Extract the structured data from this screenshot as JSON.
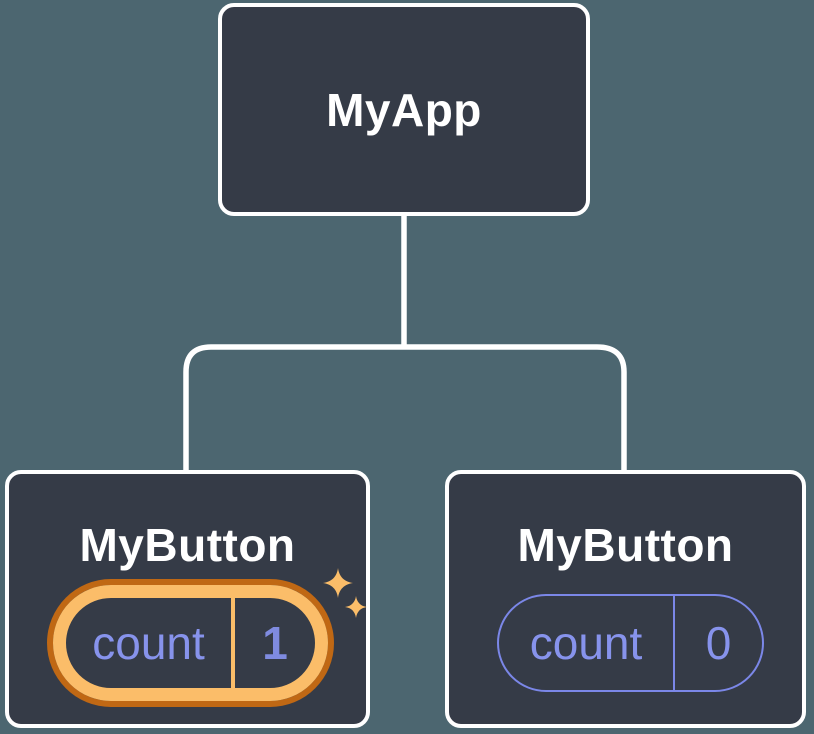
{
  "colors": {
    "background": "#4C6670",
    "node-fill": "#353B47",
    "node-border": "#FFFFFF",
    "connector": "#FFFFFF",
    "purple": "#8793EC",
    "purple-bold": "#7F8BE0",
    "purple-border": "#7B87E8",
    "orange-light": "#FBBD69",
    "orange-dark": "#C06814"
  },
  "tree": {
    "root": {
      "label": "MyApp"
    },
    "children": [
      {
        "label": "MyButton",
        "state": {
          "name": "count",
          "value": "1"
        },
        "highlighted": true
      },
      {
        "label": "MyButton",
        "state": {
          "name": "count",
          "value": "0"
        },
        "highlighted": false
      }
    ]
  }
}
